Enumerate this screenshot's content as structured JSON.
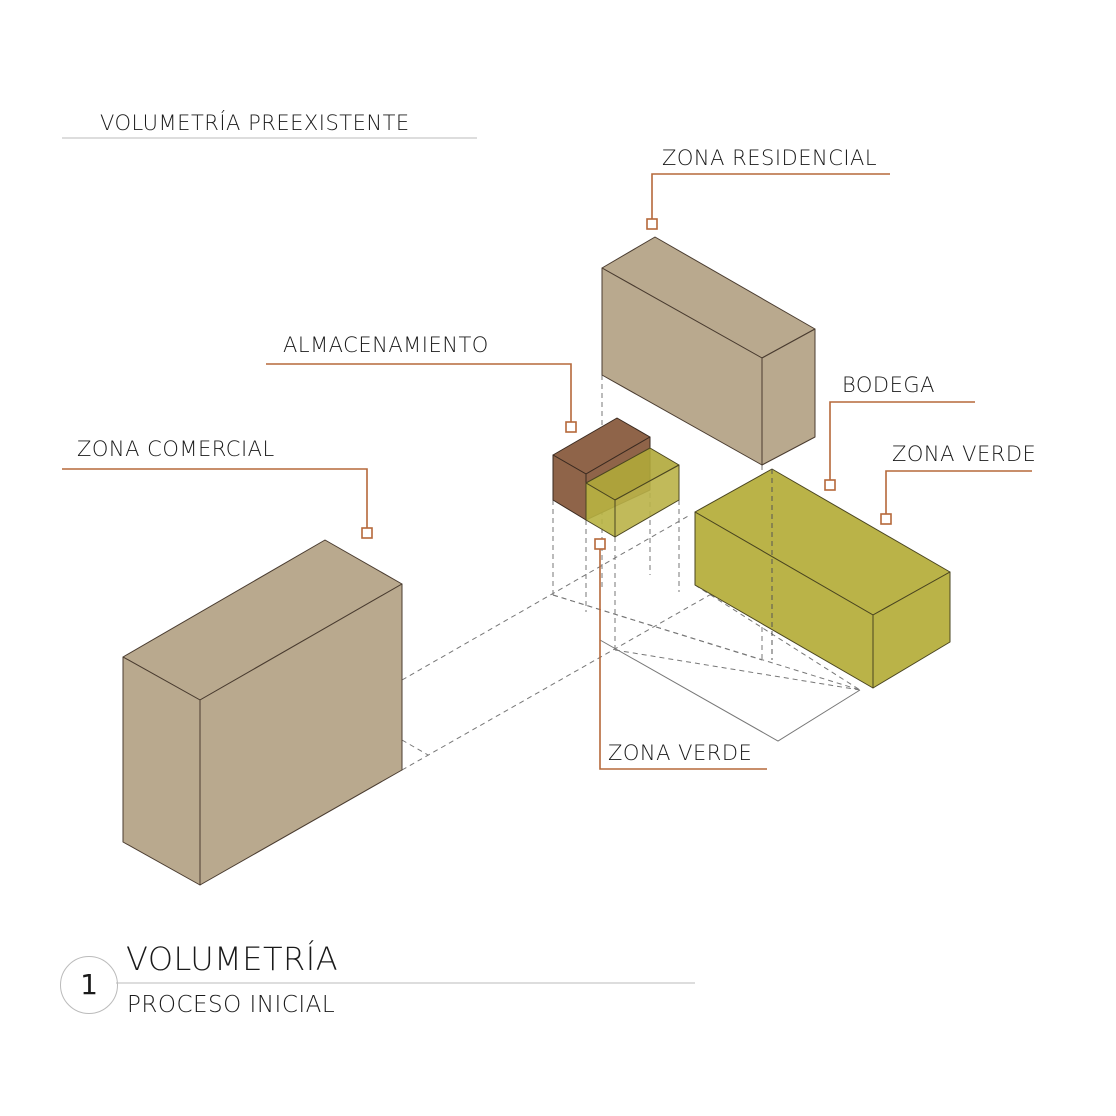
{
  "header": {
    "subtitle": "VOLUMETRÍA PREEXISTENTE"
  },
  "labels": {
    "residencial": "ZONA RESIDENCIAL",
    "almacenamiento": "ALMACENAMIENTO",
    "comercial": "ZONA COMERCIAL",
    "bodega": "BODEGA",
    "verde_right": "ZONA VERDE",
    "verde_bottom": "ZONA VERDE"
  },
  "footer": {
    "number": "1",
    "title": "VOLUMETRÍA",
    "subtitle": "PROCESO INICIAL"
  },
  "colors": {
    "beige": "#b9a98e",
    "brown": "#8f6449",
    "olive": "#bab348",
    "leader": "#b5683a"
  }
}
